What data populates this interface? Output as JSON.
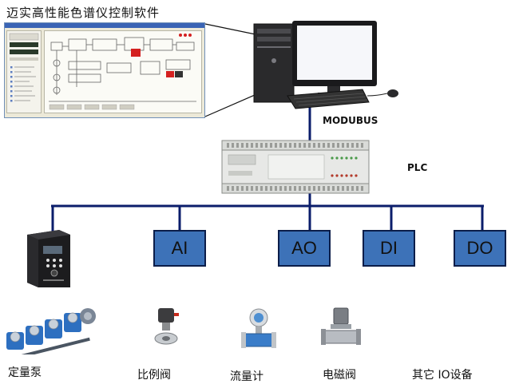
{
  "software": {
    "title": "迈实高性能色谱仪控制软件"
  },
  "bus": {
    "label": "MODUBUS"
  },
  "plc": {
    "label": "PLC"
  },
  "io_modules": [
    {
      "label": "AI"
    },
    {
      "label": "AO"
    },
    {
      "label": "DI"
    },
    {
      "label": "DO"
    }
  ],
  "devices": [
    {
      "label": "定量泵"
    },
    {
      "label": "比例阀"
    },
    {
      "label": "流量计"
    },
    {
      "label": "电磁阀"
    },
    {
      "label": "其它 IO设备"
    }
  ],
  "colors": {
    "bus_line": "#0b1d6b",
    "io_box": "#3d72b8",
    "io_border": "#0b1d49"
  }
}
